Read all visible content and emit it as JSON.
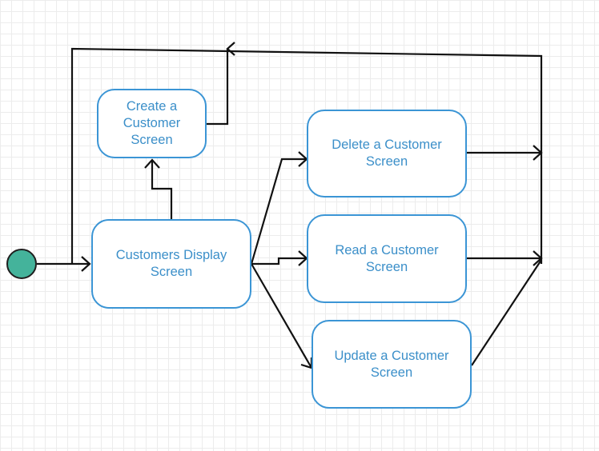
{
  "diagram": {
    "nodes": {
      "create": "Create a\nCustomer\nScreen",
      "display": "Customers Display\nScreen",
      "delete": "Delete a Customer\nScreen",
      "read": "Read a Customer\nScreen",
      "update": "Update a Customer\nScreen"
    },
    "colors": {
      "node_border": "#3b95d5",
      "node_text": "#3b8fc9",
      "start_fill": "#44b39b",
      "edge": "#111111",
      "grid": "#ececec"
    }
  }
}
